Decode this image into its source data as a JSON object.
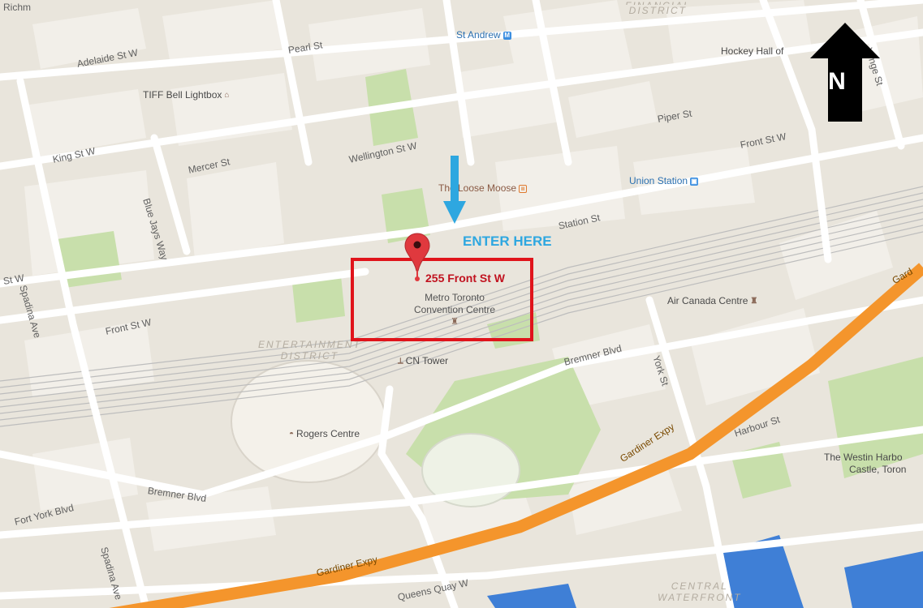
{
  "map": {
    "streets": [
      {
        "key": "adelaide",
        "text": "Adelaide St W"
      },
      {
        "key": "pearl",
        "text": "Pearl St"
      },
      {
        "key": "king",
        "text": "King St W"
      },
      {
        "key": "mercer",
        "text": "Mercer St"
      },
      {
        "key": "wellington",
        "text": "Wellington St W"
      },
      {
        "key": "bluejays",
        "text": "Blue Jays Way"
      },
      {
        "key": "piper",
        "text": "Piper St"
      },
      {
        "key": "front_e",
        "text": "Front St W"
      },
      {
        "key": "front_w",
        "text": "Front St W"
      },
      {
        "key": "station",
        "text": "Station St"
      },
      {
        "key": "spadina_n",
        "text": "Spadina Ave"
      },
      {
        "key": "spadina_s",
        "text": "Spadina Ave"
      },
      {
        "key": "stw",
        "text": "St W"
      },
      {
        "key": "bremner_e",
        "text": "Bremner Blvd"
      },
      {
        "key": "bremner_w",
        "text": "Bremner Blvd"
      },
      {
        "key": "york",
        "text": "York St"
      },
      {
        "key": "harbour",
        "text": "Harbour St"
      },
      {
        "key": "fortyork",
        "text": "Fort York Blvd"
      },
      {
        "key": "queensquay",
        "text": "Queens Quay W"
      },
      {
        "key": "yonge",
        "text": "Yonge St"
      },
      {
        "key": "richmond",
        "text": "Richm"
      }
    ],
    "highways": [
      {
        "key": "gardiner_e",
        "text": "Gardiner Expy"
      },
      {
        "key": "gardiner_w",
        "text": "Gardiner Expy"
      },
      {
        "key": "gardiner_edge",
        "text": "Gard"
      }
    ],
    "districts": [
      {
        "key": "financial",
        "line1": "FINANCIAL",
        "line2": "DISTRICT"
      },
      {
        "key": "entertainment",
        "line1": "ENTERTAINMENT",
        "line2": "DISTRICT"
      },
      {
        "key": "waterfront",
        "line1": "CENTRAL",
        "line2": "WATERFRONT"
      }
    ],
    "pois": [
      {
        "key": "standrew",
        "text": "St Andrew",
        "icon": "metro-icon",
        "glyph": "M"
      },
      {
        "key": "tiff",
        "text": "TIFF Bell Lightbox",
        "icon": "landmark-icon",
        "glyph": "⌂"
      },
      {
        "key": "hockey",
        "text": "Hockey Hall of",
        "icon": "",
        "glyph": ""
      },
      {
        "key": "loosemoose",
        "text": "The Loose Moose",
        "icon": "restaurant-icon",
        "glyph": "ıı"
      },
      {
        "key": "union",
        "text": "Union Station",
        "icon": "train-icon",
        "glyph": "▣"
      },
      {
        "key": "aircanada",
        "text": "Air Canada Centre",
        "icon": "landmark-icon",
        "glyph": "♜"
      },
      {
        "key": "cntower",
        "text": "CN Tower",
        "icon": "tower-icon",
        "glyph": "⟂"
      },
      {
        "key": "rogers",
        "text": "Rogers Centre",
        "icon": "stadium-icon",
        "glyph": "◓"
      },
      {
        "key": "westin1",
        "text": "The Westin Harbo",
        "icon": "",
        "glyph": ""
      },
      {
        "key": "westin2",
        "text": "Castle, Toron",
        "icon": "",
        "glyph": ""
      }
    ],
    "marker": {
      "address": "255 Front St W",
      "venue_line1": "Metro Toronto",
      "venue_line2": "Convention Centre",
      "pin_color": "#e0393e",
      "box_color": "#e0141b"
    },
    "annotation": {
      "enter_text": "ENTER HERE",
      "arrow_color": "#2ea7e0"
    },
    "north_indicator": {
      "letter": "N"
    },
    "colors": {
      "land": "#e9e5dc",
      "block": "#f2efe9",
      "road": "#ffffff",
      "park": "#c8dfab",
      "water": "#3f7fd6",
      "highway": "#f4952c",
      "rail": "#b9b9b9"
    }
  }
}
